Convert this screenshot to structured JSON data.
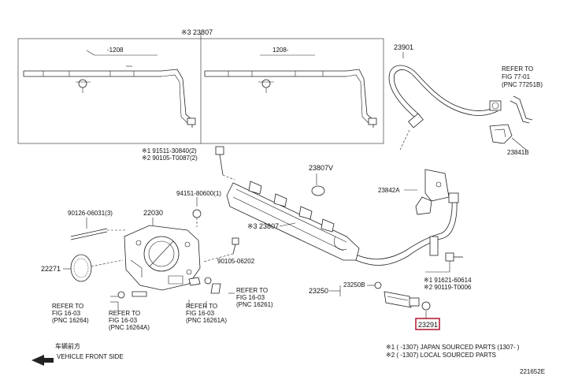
{
  "labels": {
    "top_box": "※3 23807",
    "left_dim": "-1208",
    "right_dim": "1208-",
    "hose": "23901",
    "refer77": [
      "REFER TO",
      "FIG 77-01",
      "(PNC 77251B)"
    ],
    "clip_23841b": "23841B",
    "bolt_refs": [
      "※1 91511-30840(2)",
      "※2 90105-T0087(2)"
    ],
    "insul": "23807V",
    "bracket": "23842A",
    "nut": "94151-80600(1)",
    "bolt3": "90126-06031(3)",
    "throttle": "22030",
    "main_rail": "※3 23807",
    "screw_90105": "90105-06202",
    "gasket": "22271",
    "refer_a1": [
      "REFER TO",
      "FIG 16-03",
      "(PNC 16264)"
    ],
    "refer_a2": [
      "REFER TO",
      "FIG 16-03",
      "(PNC 16264A)"
    ],
    "refer_b1": [
      "REFER TO",
      "FIG 16-03",
      "(PNC 16261A)"
    ],
    "refer_b2": [
      "REFER TO",
      "FIG 16-03",
      "(PNC 16261)"
    ],
    "injector_set": "23250",
    "ring": "23250B",
    "bolt_refs2": [
      "※1 91621-60614",
      "※2 90119-T0006"
    ],
    "highlight_part": "23291",
    "footnote1": "※1 ( -1307) JAPAN SOURCED PARTS (1307- )",
    "footnote2": "※2 ( -1307) LOCAL SOURCED PARTS",
    "vehicle_front_cn": "车辆前方",
    "vehicle_front": "VEHICLE FRONT SIDE",
    "figure_code": "221652E"
  },
  "colors": {
    "highlight": "#b0142b",
    "line": "#222222"
  }
}
